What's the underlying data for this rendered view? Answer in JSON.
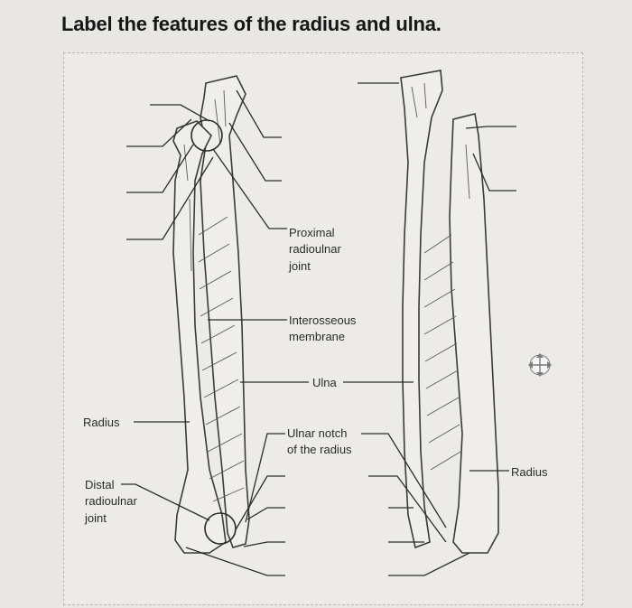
{
  "question": {
    "title": "Label the features of the radius and ulna."
  },
  "diagram": {
    "labels": {
      "proximal_radioulnar_joint": [
        "Proximal",
        "radioulnar",
        "joint"
      ],
      "interosseous_membrane": [
        "Interosseous",
        "membrane"
      ],
      "ulna": "Ulna",
      "radius_left": "Radius",
      "ulnar_notch": [
        "Ulnar notch",
        "of the radius"
      ],
      "radius_right": "Radius",
      "distal_radioulnar_joint": [
        "Distal",
        "radioulnar",
        "joint"
      ]
    },
    "move_icon": "move-cursor-icon"
  }
}
